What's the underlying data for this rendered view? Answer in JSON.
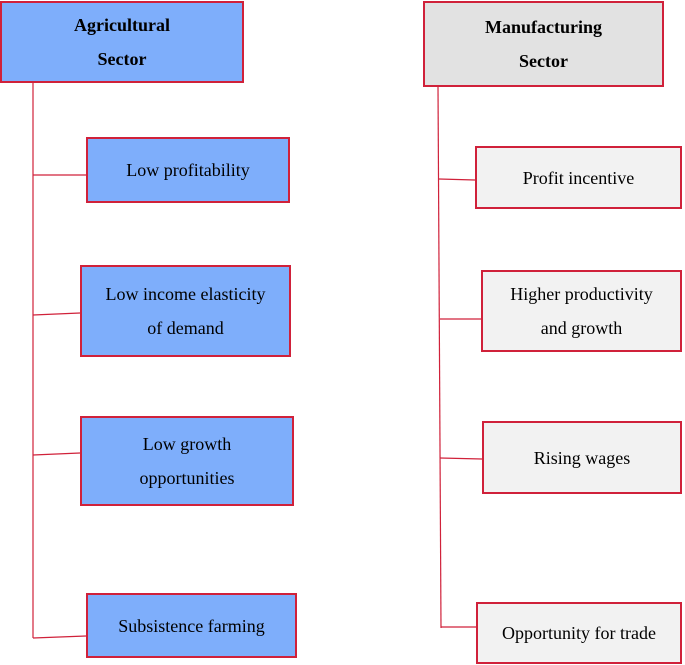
{
  "colors": {
    "connector": "#d0213a",
    "agri_fill": "#7eaefb",
    "manu_header_fill": "#e2e2e2",
    "manu_item_fill": "#f2f2f2"
  },
  "agricultural": {
    "title": "Agricultural\nSector",
    "items": [
      "Low profitability",
      "Low income elasticity\nof demand",
      "Low growth\nopportunities",
      "Subsistence farming"
    ]
  },
  "manufacturing": {
    "title": "Manufacturing\nSector",
    "items": [
      "Profit incentive",
      "Higher productivity\nand growth",
      "Rising wages",
      "Opportunity for trade"
    ]
  }
}
